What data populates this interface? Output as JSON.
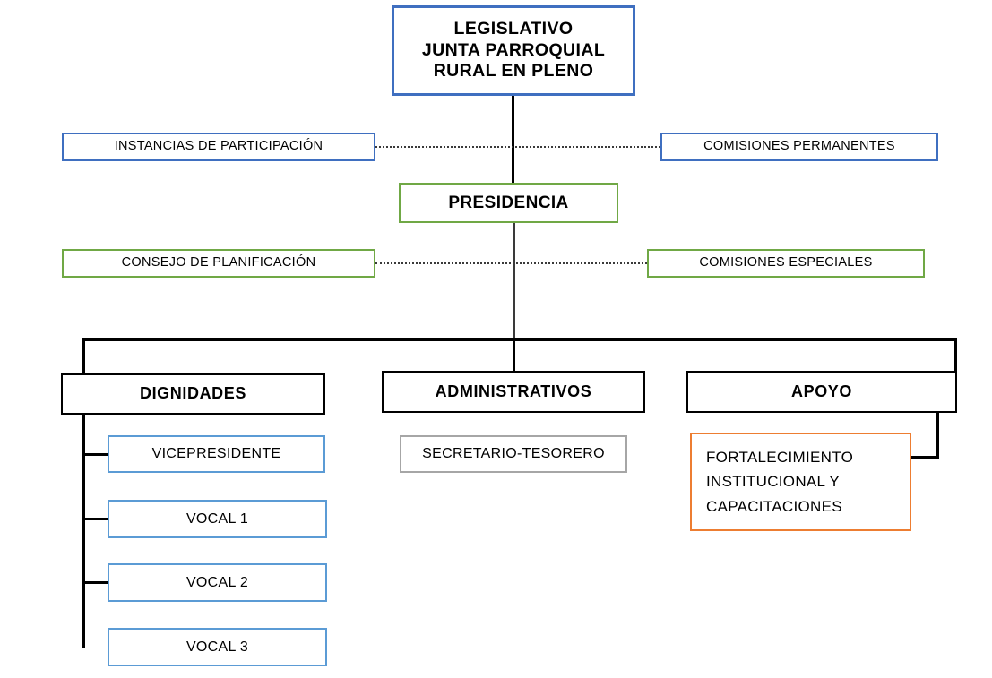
{
  "diagram": {
    "title": "Estructura organica - Junta Parroquial Rural",
    "type": "organizational-chart",
    "colors": {
      "blue_border": "#3F6FC0",
      "light_blue_border": "#5B9BD5",
      "green_border": "#70A845",
      "orange_border": "#ED7D31",
      "gray_border": "#A6A6A6",
      "black_border": "#000000",
      "connector": "#000000",
      "dotted_connector": "#3a3a3a",
      "background": "#FFFFFF"
    },
    "nodes": {
      "legislativo": {
        "line1": "LEGISLATIVO",
        "line2": "JUNTA PARROQUIAL",
        "line3": "RURAL EN PLENO"
      },
      "instancias_participacion": {
        "label": "INSTANCIAS  DE PARTICIPACIÓN"
      },
      "comisiones_permanentes": {
        "label": "COMISIONES  PERMANENTES"
      },
      "presidencia": {
        "label": "PRESIDENCIA"
      },
      "consejo_planificacion": {
        "label": "CONSEJO DE PLANIFICACIÓN"
      },
      "comisiones_especiales": {
        "label": "COMISIONES  ESPECIALES"
      },
      "dignidades": {
        "label": "DIGNIDADES"
      },
      "administrativos": {
        "label": "ADMINISTRATIVOS"
      },
      "apoyo": {
        "label": "APOYO"
      },
      "vicepresidente": {
        "label": "VICEPRESIDENTE"
      },
      "vocal1": {
        "label": "VOCAL 1"
      },
      "vocal2": {
        "label": "VOCAL 2"
      },
      "vocal3": {
        "label": "VOCAL 3"
      },
      "secretario_tesorero": {
        "label": "SECRETARIO-TESORERO"
      },
      "fortalecimiento": {
        "line1": "FORTALECIMIENTO",
        "line2": "INSTITUCIONAL   Y",
        "line3": "CAPACITACIONES"
      }
    }
  }
}
